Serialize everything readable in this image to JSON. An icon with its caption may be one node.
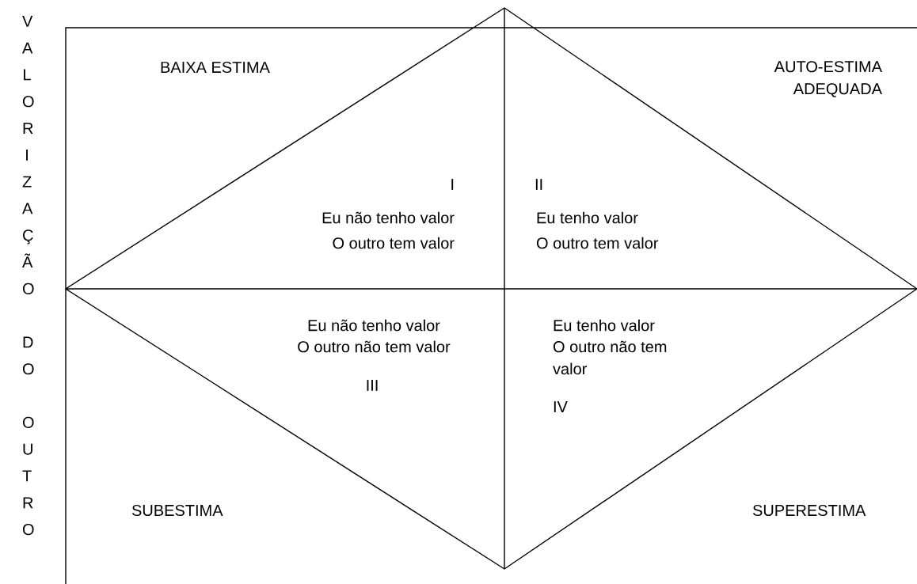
{
  "diagram": {
    "labels": [
      "VALORIZAÇÃO DO OUTRO",
      "BAIXA ESTIMA",
      "AUTO-ESTIMA ADEQUADA",
      "I",
      "II",
      "Eu não tenho valor",
      "O outro tem valor",
      "Eu tenho valor",
      "O outro tem valor",
      "Eu não tenho valor",
      "O outro não tem valor",
      "Eu tenho valor",
      "O outro não tem valor",
      "III",
      "IV",
      "SUBESTIMA",
      "SUPERESTIMA"
    ]
  }
}
